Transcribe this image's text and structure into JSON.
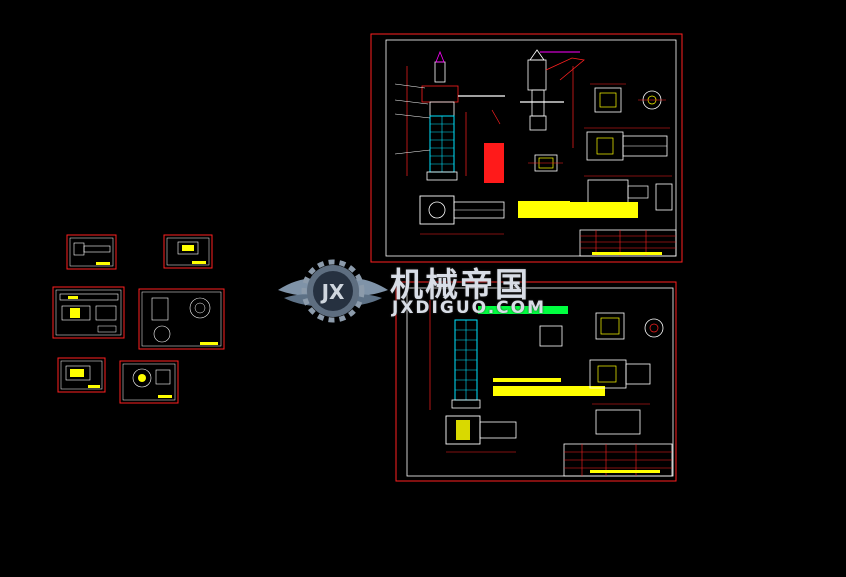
{
  "colors": {
    "background": "#000000",
    "frame": "#ff2020",
    "line": "#ffffff",
    "accent": "#ffff00",
    "cyan": "#00e5ff",
    "magenta": "#ff00ff",
    "green": "#00ff40"
  },
  "watermark": {
    "name_cn": "机械帝国",
    "domain": "JXDIGUO.COM",
    "logo_letters": "JX",
    "logo_icon": "gear-wing-icon"
  },
  "sheets": [
    {
      "id": "sheet-large-top",
      "kind": "assembly-drawing"
    },
    {
      "id": "sheet-large-bottom",
      "kind": "assembly-drawing"
    },
    {
      "id": "sheet-thumb-1",
      "kind": "part-drawing"
    },
    {
      "id": "sheet-thumb-2",
      "kind": "part-drawing"
    },
    {
      "id": "sheet-thumb-3",
      "kind": "part-drawing"
    },
    {
      "id": "sheet-thumb-4",
      "kind": "part-drawing"
    },
    {
      "id": "sheet-thumb-5",
      "kind": "part-drawing"
    },
    {
      "id": "sheet-thumb-6",
      "kind": "part-drawing"
    }
  ]
}
